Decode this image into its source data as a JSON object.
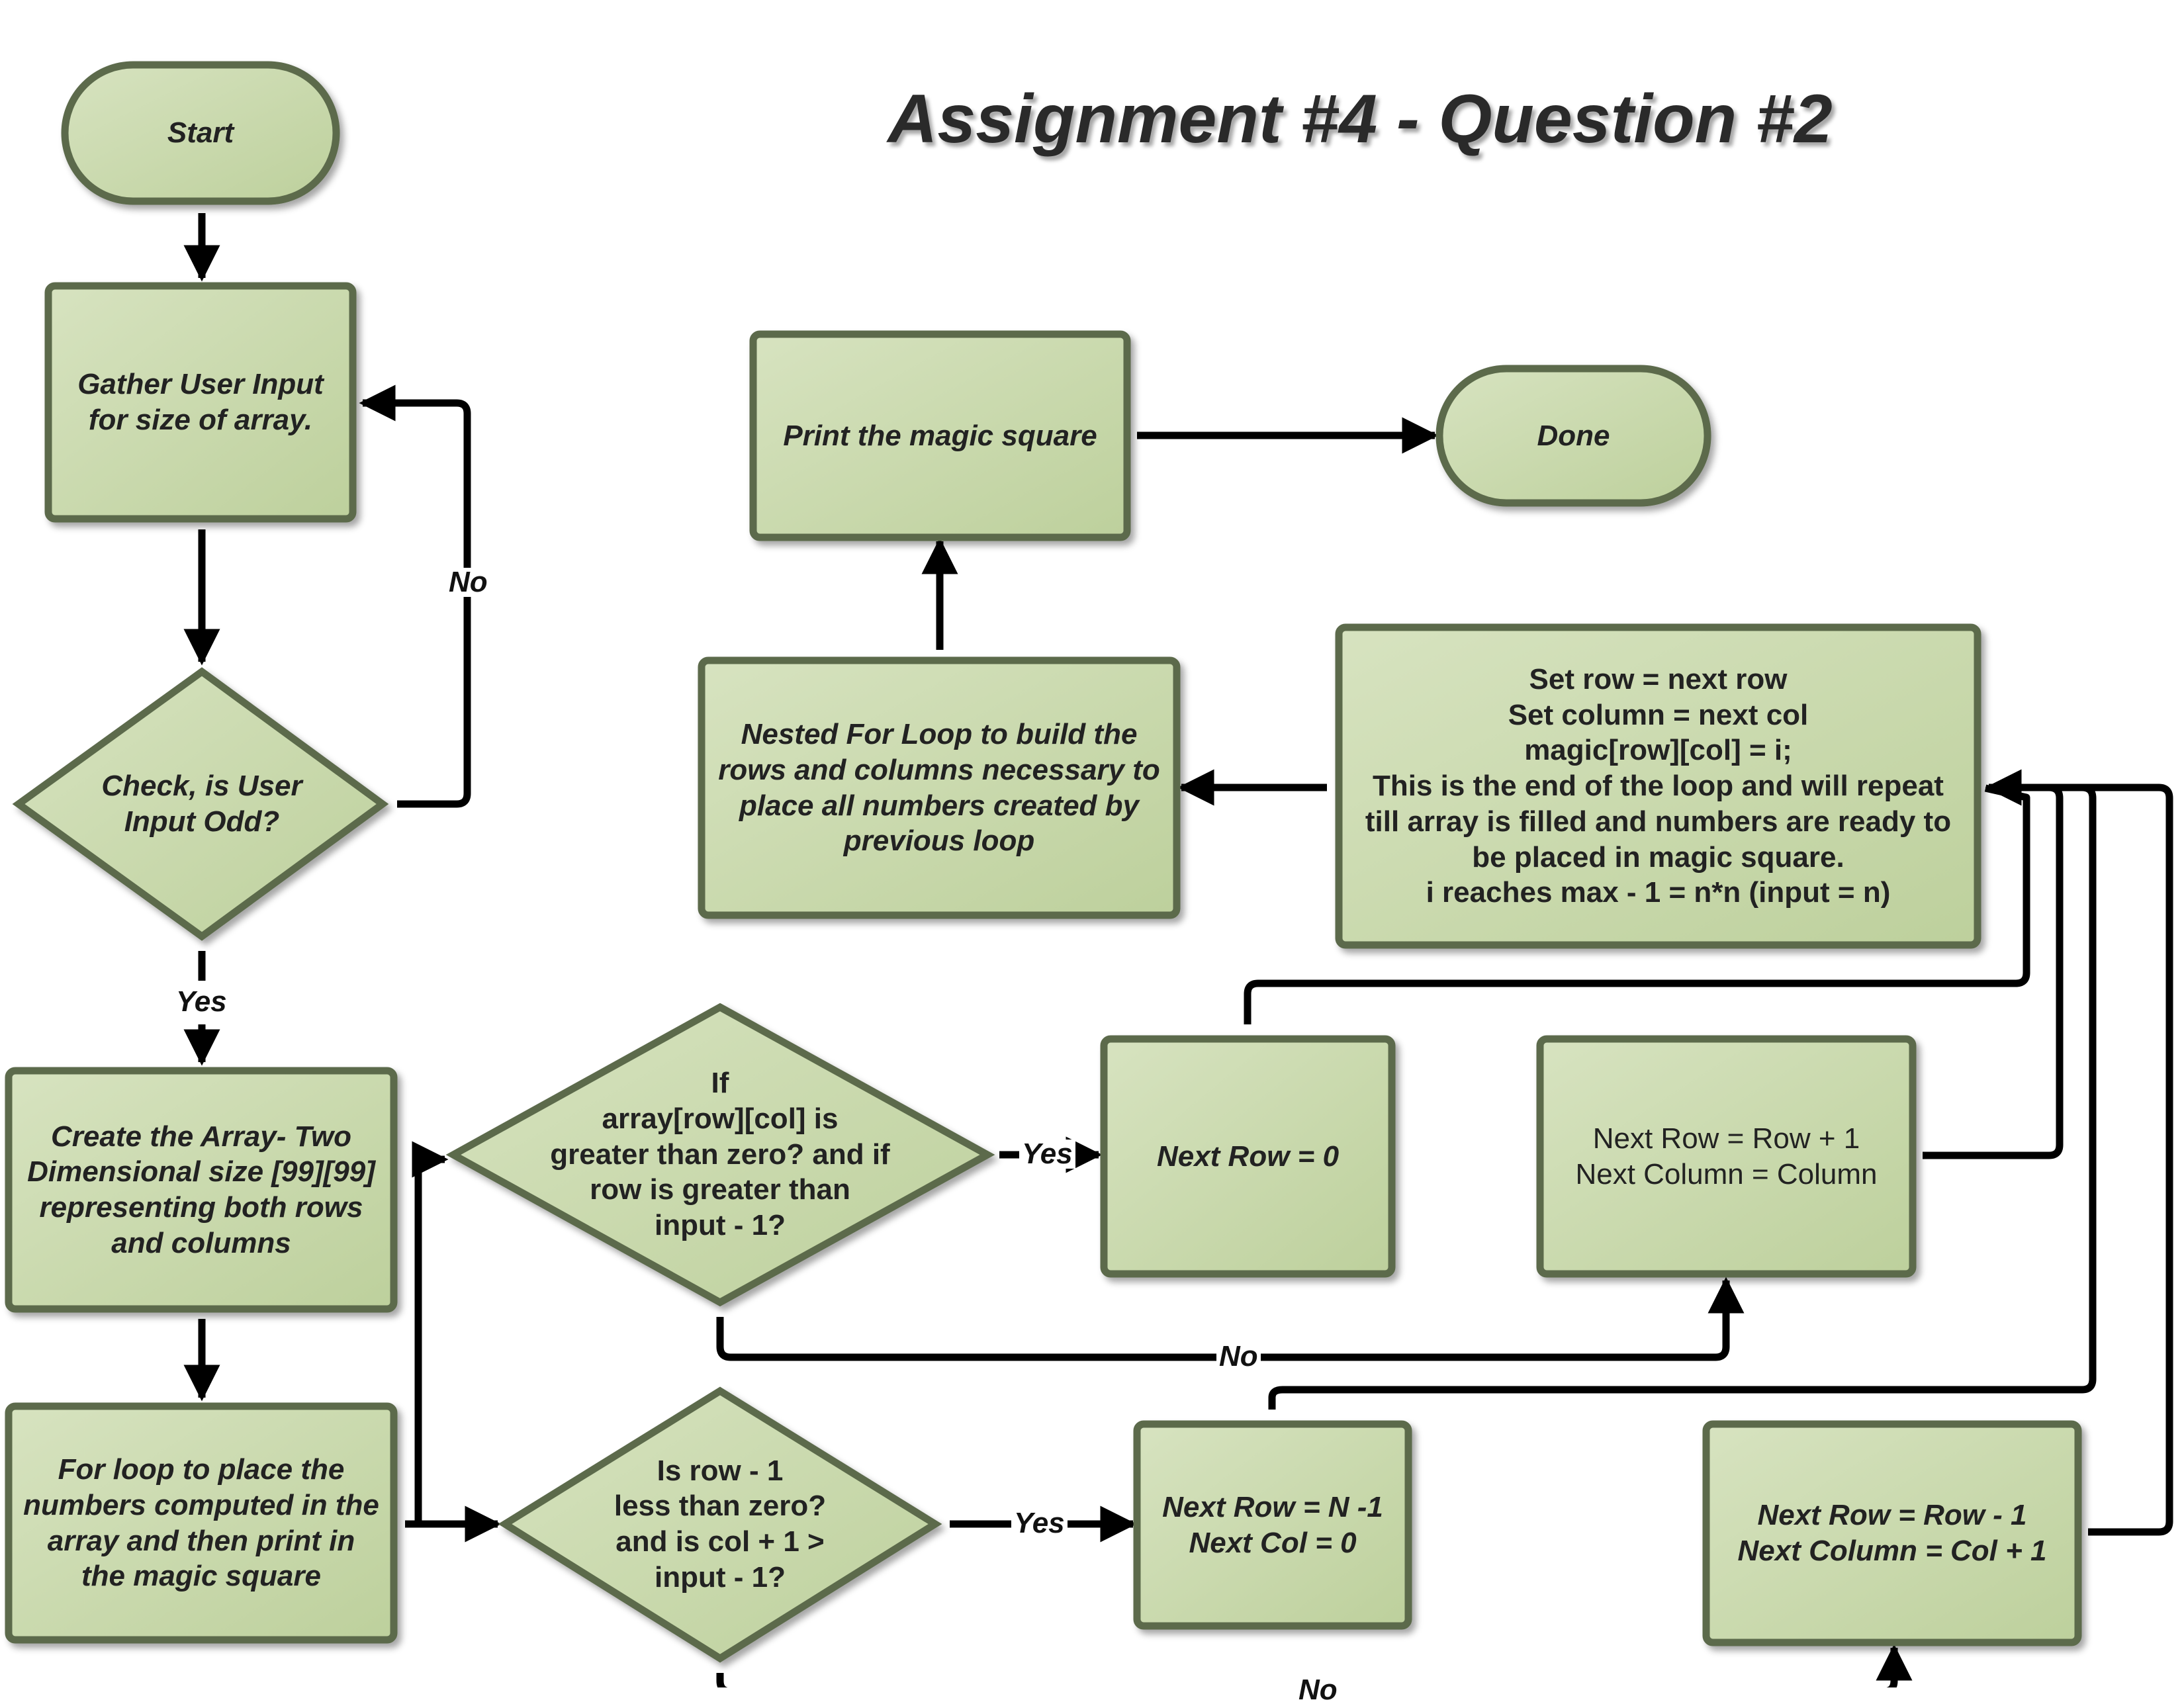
{
  "title": "Assignment #4 - Question #2",
  "colors": {
    "fill_light": "#d3e0ba",
    "fill_dark": "#bfd29e",
    "stroke": "#5c6b4c",
    "arrow": "#000000"
  },
  "nodes": {
    "start": "Start",
    "gather_input": "Gather User Input\nfor size of array.",
    "check_odd": "Check, is User\nInput Odd?",
    "create_array": "Create the Array- Two\nDimensional size [99][99]\nrepresenting both rows\nand columns",
    "for_loop": "For loop to place the\nnumbers computed in the\narray and then print in\nthe magic square",
    "check_row_col": "Is row - 1\nless than zero?\nand is col + 1 >\ninput - 1?",
    "check_array": "If\narray[row][col] is\ngreater than zero? and if\nrow is greater than\ninput - 1?",
    "next_row_zero": "Next Row = 0",
    "next_row_plus": "Next Row = Row + 1\nNext Column = Column",
    "next_row_n": "Next Row = N -1\nNext Col = 0",
    "next_row_minus": "Next Row = Row - 1\nNext Column = Col + 1",
    "set_row": "Set row = next row\nSet column = next col\nmagic[row][col] = i;\nThis is the end of the loop and will repeat\ntill array is filled and numbers are ready to\nbe placed in magic square.\ni reaches max - 1 = n*n (input = n)",
    "nested_loop": "Nested For Loop to build the\nrows and columns necessary to\nplace all numbers created by\nprevious loop",
    "print_square": "Print the magic square",
    "done": "Done"
  },
  "labels": {
    "no_input": "No",
    "yes_odd": "Yes",
    "yes_array": "Yes",
    "no_array": "No",
    "yes_row": "Yes",
    "no_row": "No"
  }
}
